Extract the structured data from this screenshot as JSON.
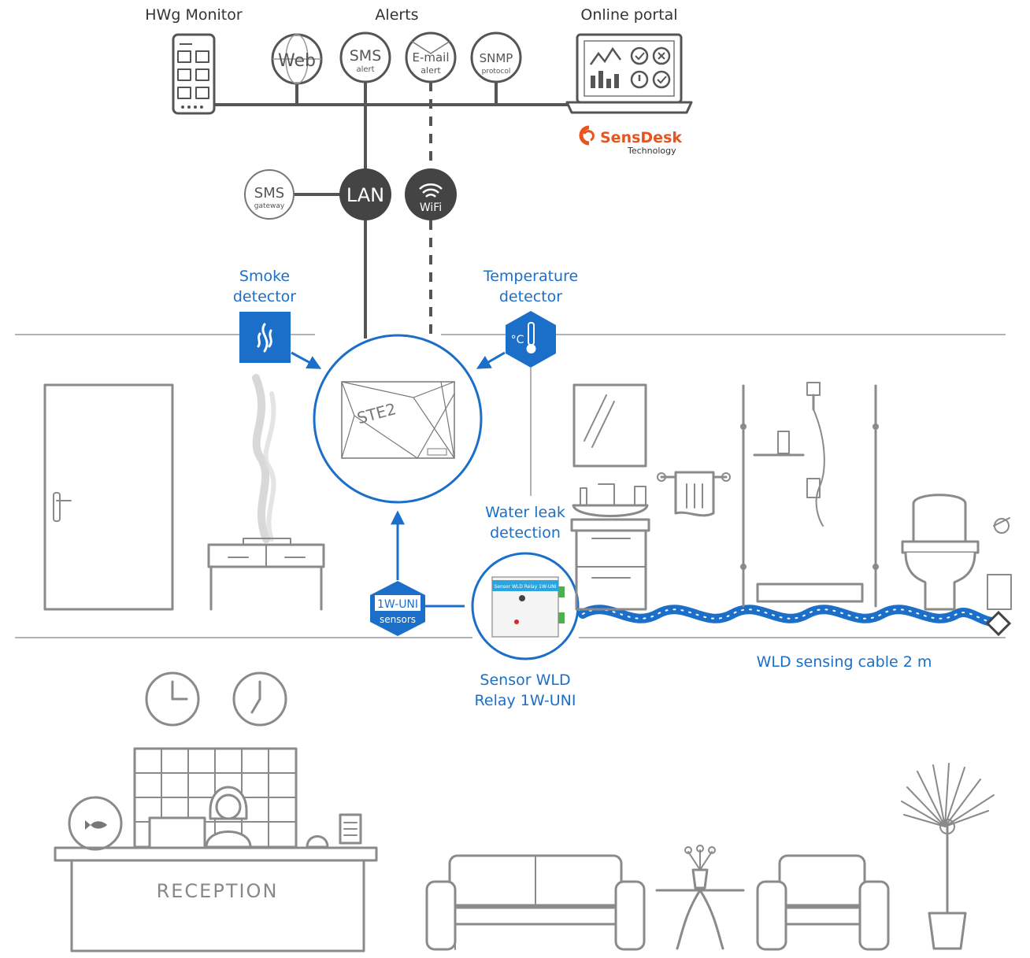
{
  "labels": {
    "hwg_monitor": "HWg Monitor",
    "alerts": "Alerts",
    "online_portal": "Online portal",
    "smoke_detector_line1": "Smoke",
    "smoke_detector_line2": "detector",
    "temperature_detector_line1": "Temperature",
    "temperature_detector_line2": "detector",
    "water_leak_line1": "Water leak",
    "water_leak_line2": "detection",
    "sensor_wld_line1": "Sensor WLD",
    "sensor_wld_line2": "Relay 1W-UNI",
    "wld_cable": "WLD sensing cable 2 m",
    "reception": "RECEPTION"
  },
  "icons": {
    "web": "Web",
    "sms": "SMS",
    "sms_sub": "alert",
    "email": "E-mail",
    "email_sub": "alert",
    "snmp": "SNMP",
    "snmp_sub": "protocol",
    "sms_gateway": "SMS",
    "sms_gateway_sub": "gateway",
    "lan": "LAN",
    "wifi": "WiFi",
    "uni": "1W-UNI",
    "uni_sub": "sensors",
    "ste2": "STE2",
    "celsius": "°C",
    "relay_panel": "Sensor WLD Relay 1W-UNI"
  },
  "brand": {
    "name": "SensDesk",
    "sub": "Technology"
  },
  "colors": {
    "accent_blue": "#1b6fc8",
    "line_gray": "#8a8a8a",
    "dark_gray": "#555555",
    "brand_orange": "#e8541c"
  }
}
